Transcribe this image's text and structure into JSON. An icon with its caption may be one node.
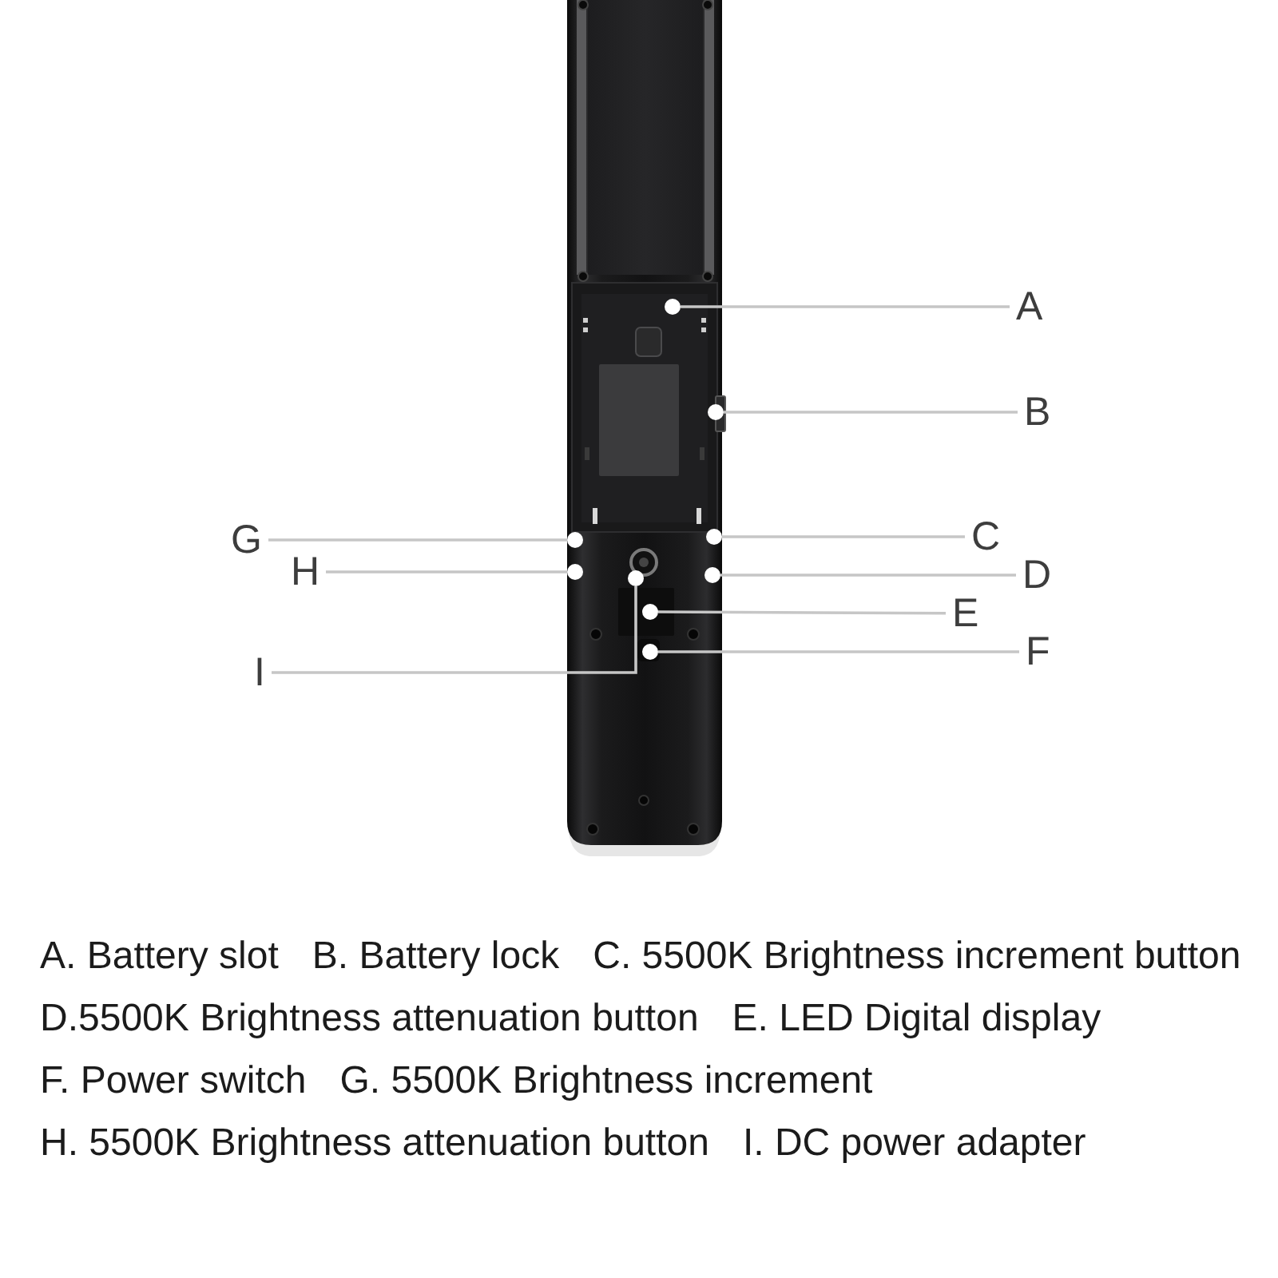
{
  "diagram": {
    "nodes": [
      {
        "text": [
          "A"
        ]
      },
      {
        "text": [
          "B"
        ]
      },
      {
        "text": [
          "C"
        ]
      },
      {
        "text": [
          "D"
        ]
      },
      {
        "text": [
          "E"
        ]
      },
      {
        "text": [
          "F"
        ]
      },
      {
        "text": [
          "G"
        ]
      },
      {
        "text": [
          "H"
        ]
      },
      {
        "text": [
          "I"
        ]
      },
      {
        "text": [],
        "shape": "circle"
      },
      {
        "text": [],
        "shape": "circle"
      },
      {
        "text": [],
        "shape": "circle"
      },
      {
        "text": [],
        "shape": "circle"
      },
      {
        "text": [],
        "shape": "circle"
      },
      {
        "text": [],
        "shape": "circle"
      },
      {
        "text": [],
        "shape": "circle"
      },
      {
        "text": [],
        "shape": "circle"
      },
      {
        "text": [],
        "shape": "circle"
      }
    ],
    "edges": [
      {
        "from": 0,
        "to": 9,
        "arrow": "none"
      },
      {
        "from": 1,
        "to": 10,
        "arrow": "none"
      },
      {
        "from": 2,
        "to": 11,
        "arrow": "none"
      },
      {
        "from": 3,
        "to": 12,
        "arrow": "none"
      },
      {
        "from": 4,
        "to": 13,
        "arrow": "none"
      },
      {
        "from": 5,
        "to": 14,
        "arrow": "none"
      },
      {
        "from": 6,
        "to": 15,
        "arrow": "none"
      },
      {
        "from": 7,
        "to": 16,
        "arrow": "none"
      },
      {
        "from": 8,
        "to": 17,
        "arrow": "none"
      }
    ],
    "labels": [
      "A. Battery slot",
      "B. Battery lock",
      "C. 5500K Brightness increment button",
      "D.5500K Brightness attenuation button",
      "E. LED Digital display",
      "F. Power switch",
      "G. 5500K Brightness increment",
      "H. 5500K Brightness attenuation button",
      "I. DC power adapter"
    ]
  }
}
